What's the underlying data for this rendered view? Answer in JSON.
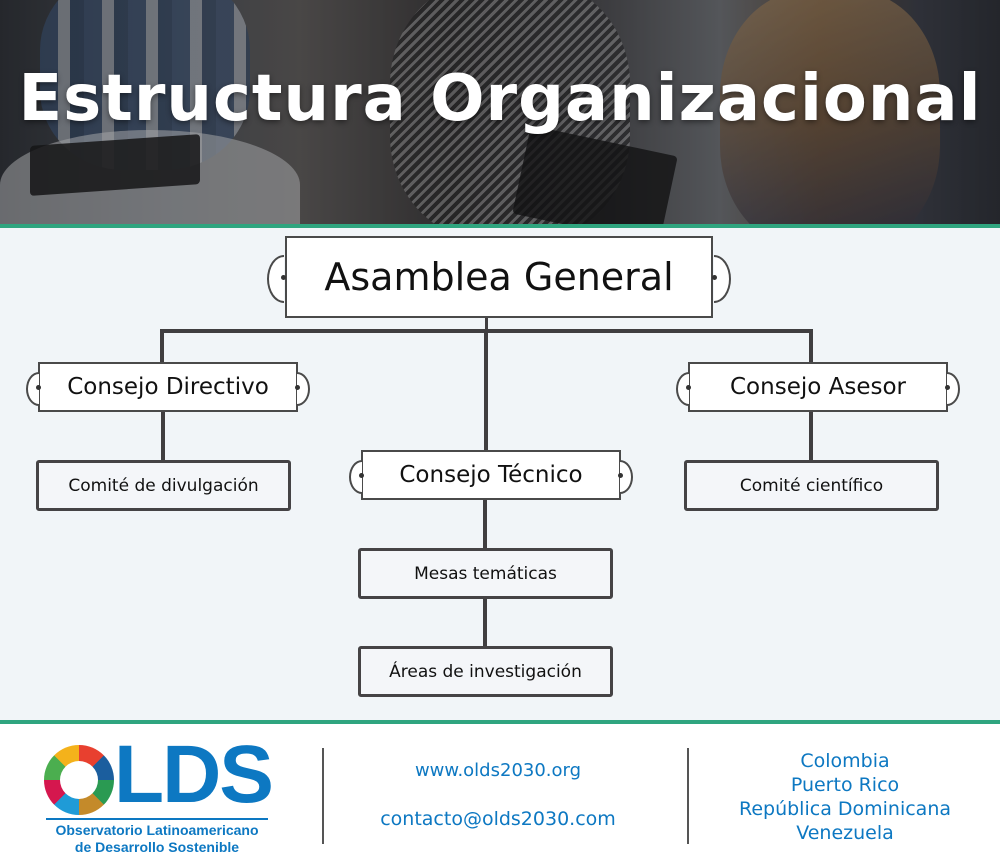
{
  "hero": {
    "title": "Estructura Organizacional",
    "background": "photo-of-people-in-meeting"
  },
  "colors": {
    "accent_green": "#2fa57f",
    "brand_blue": "#0d78c2",
    "connector": "#403e40",
    "chart_background": "#f1f5f8"
  },
  "org_chart": {
    "root": {
      "label": "Asamblea General"
    },
    "councils": [
      {
        "label": "Consejo Directivo",
        "children": [
          {
            "label": "Comité de divulgación"
          }
        ]
      },
      {
        "label": "Consejo Técnico",
        "children": [
          {
            "label": "Mesas temáticas"
          },
          {
            "label": "Áreas de investigación"
          }
        ]
      },
      {
        "label": "Consejo Asesor",
        "children": [
          {
            "label": "Comité científico"
          }
        ]
      }
    ]
  },
  "footer": {
    "logo": {
      "letters": "LDS",
      "icon": "sdg-color-wheel-icon",
      "line1": "Observatorio Latinoamericano",
      "line2": "de Desarrollo Sostenible"
    },
    "website": "www.olds2030.org",
    "email": "contacto@olds2030.com",
    "countries": [
      "Colombia",
      "Puerto Rico",
      "República Dominicana",
      "Venezuela"
    ]
  }
}
